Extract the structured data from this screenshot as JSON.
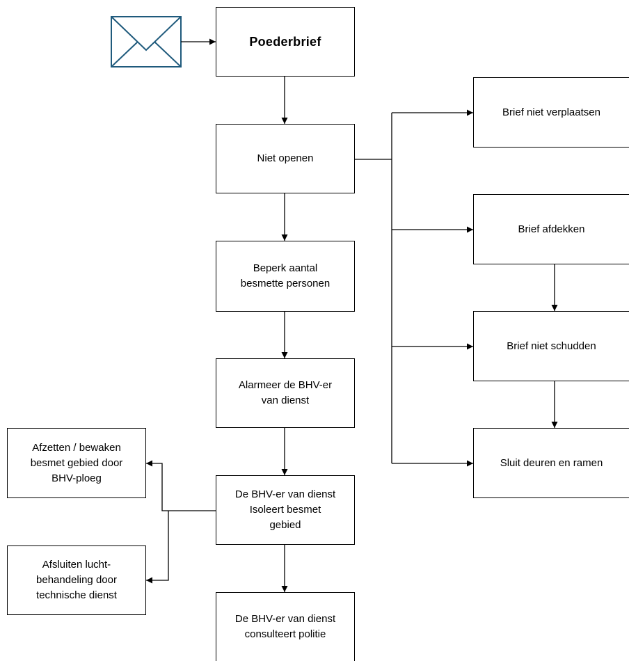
{
  "diagram": {
    "poederbrief": "Poederbrief",
    "niet_openen": "Niet openen",
    "beperk": "Beperk aantal\nbesmette personen",
    "alarmeer": "Alarmeer de BHV-er\nvan dienst",
    "isoleert": "De BHV-er van dienst\nIsoleert  besmet\ngebied",
    "consulteert": "De BHV-er van dienst\nconsulteert politie",
    "afzetten": "Afzetten / bewaken\nbesmet gebied door\nBHV-ploeg",
    "afsluiten": "Afsluiten lucht-\nbehandeling door\ntechnische dienst",
    "verplaatsen": "Brief niet verplaatsen",
    "afdekken": "Brief afdekken",
    "schudden": "Brief niet schudden",
    "sluit": "Sluit deuren en ramen",
    "colors": {
      "stroke": "#000000",
      "envelope": "#1f5a7c"
    },
    "icons": [
      "envelope-icon"
    ]
  }
}
